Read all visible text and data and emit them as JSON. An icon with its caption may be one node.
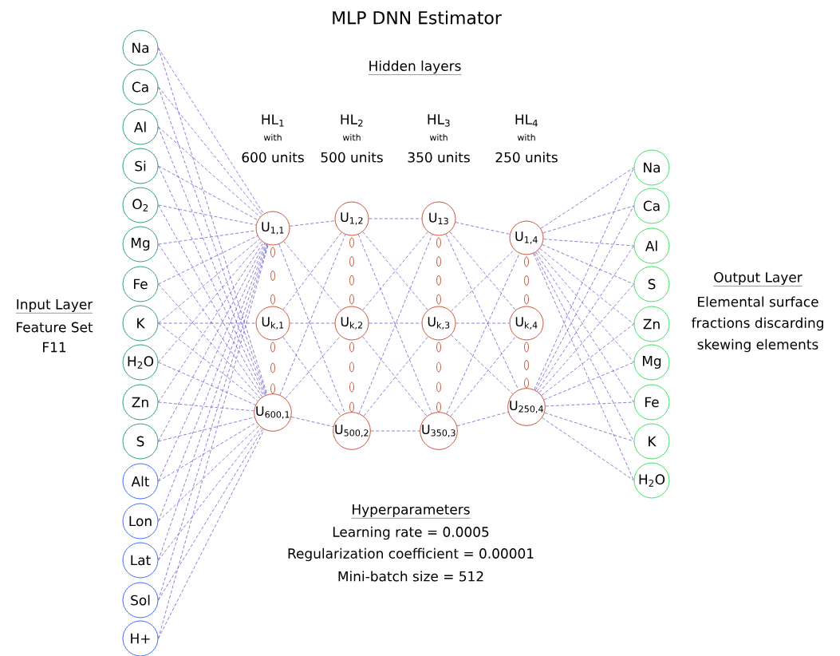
{
  "diagram": {
    "title": "MLP DNN Estimator",
    "nodes": [
      {
        "text": [
          "Na"
        ]
      },
      {
        "text": [
          "Ca"
        ]
      },
      {
        "text": [
          "Al"
        ]
      },
      {
        "text": [
          "Si"
        ]
      },
      {
        "text": [
          "O$_{2}$"
        ]
      },
      {
        "text": [
          "Mg"
        ]
      },
      {
        "text": [
          "Fe"
        ]
      },
      {
        "text": [
          "K"
        ]
      },
      {
        "text": [
          "H$_{2}$O"
        ]
      },
      {
        "text": [
          "Zn"
        ]
      },
      {
        "text": [
          "S"
        ]
      },
      {
        "text": [
          "Alt"
        ]
      },
      {
        "text": [
          "Lon"
        ]
      },
      {
        "text": [
          "Lat"
        ]
      },
      {
        "text": [
          "Sol"
        ]
      },
      {
        "text": [
          "H+"
        ]
      },
      {
        "text": [
          "U$_{1,1}$"
        ]
      },
      {
        "text": [
          "U$_{k,1}$"
        ]
      },
      {
        "text": [
          "U$_{600,1}$"
        ]
      },
      {
        "text": [
          "U$_{1,2}$"
        ]
      },
      {
        "text": [
          "U$_{k,2}$"
        ]
      },
      {
        "text": [
          "U$_{500,2}$"
        ]
      },
      {
        "text": [
          "U$_{13}$"
        ]
      },
      {
        "text": [
          "U$_{k,3}$"
        ]
      },
      {
        "text": [
          "U$_{350,3}$"
        ]
      },
      {
        "text": [
          "U$_{1,4}$"
        ]
      },
      {
        "text": [
          "U$_{k,4}$"
        ]
      },
      {
        "text": [
          "U$_{250,4}$"
        ]
      },
      {
        "text": [
          "Na"
        ]
      },
      {
        "text": [
          "Ca"
        ]
      },
      {
        "text": [
          "Al"
        ]
      },
      {
        "text": [
          "S"
        ]
      },
      {
        "text": [
          "Zn"
        ]
      },
      {
        "text": [
          "Mg"
        ]
      },
      {
        "text": [
          "Fe"
        ]
      },
      {
        "text": [
          "K"
        ]
      },
      {
        "text": [
          "H$_{2}$O"
        ]
      }
    ],
    "edges": [
      {
        "from": 0,
        "to": 16,
        "arrow": "none",
        "style": "dashed"
      },
      {
        "from": 0,
        "to": 18,
        "arrow": "none",
        "style": "dashed"
      },
      {
        "from": 1,
        "to": 16,
        "arrow": "none",
        "style": "dashed"
      },
      {
        "from": 1,
        "to": 18,
        "arrow": "none",
        "style": "dashed"
      },
      {
        "from": 2,
        "to": 16,
        "arrow": "none",
        "style": "dashed"
      },
      {
        "from": 2,
        "to": 18,
        "arrow": "none",
        "style": "dashed"
      },
      {
        "from": 3,
        "to": 16,
        "arrow": "none",
        "style": "dashed"
      },
      {
        "from": 3,
        "to": 18,
        "arrow": "none",
        "style": "dashed"
      },
      {
        "from": 4,
        "to": 16,
        "arrow": "none",
        "style": "dashed"
      },
      {
        "from": 4,
        "to": 18,
        "arrow": "none",
        "style": "dashed"
      },
      {
        "from": 5,
        "to": 16,
        "arrow": "none",
        "style": "dashed"
      },
      {
        "from": 5,
        "to": 18,
        "arrow": "none",
        "style": "dashed"
      },
      {
        "from": 6,
        "to": 16,
        "arrow": "none",
        "style": "dashed"
      },
      {
        "from": 6,
        "to": 18,
        "arrow": "none",
        "style": "dashed"
      },
      {
        "from": 7,
        "to": 16,
        "arrow": "none",
        "style": "dashed"
      },
      {
        "from": 7,
        "to": 17,
        "arrow": "none",
        "style": "dashed"
      },
      {
        "from": 7,
        "to": 18,
        "arrow": "none",
        "style": "dashed"
      },
      {
        "from": 8,
        "to": 16,
        "arrow": "none",
        "style": "dashed"
      },
      {
        "from": 8,
        "to": 18,
        "arrow": "none",
        "style": "dashed"
      },
      {
        "from": 9,
        "to": 16,
        "arrow": "none",
        "style": "dashed"
      },
      {
        "from": 9,
        "to": 18,
        "arrow": "none",
        "style": "dashed"
      },
      {
        "from": 10,
        "to": 16,
        "arrow": "none",
        "style": "dashed"
      },
      {
        "from": 10,
        "to": 18,
        "arrow": "none",
        "style": "dashed"
      },
      {
        "from": 11,
        "to": 16,
        "arrow": "none",
        "style": "dashed"
      },
      {
        "from": 11,
        "to": 18,
        "arrow": "none",
        "style": "dashed"
      },
      {
        "from": 12,
        "to": 16,
        "arrow": "none",
        "style": "dashed"
      },
      {
        "from": 12,
        "to": 18,
        "arrow": "none",
        "style": "dashed"
      },
      {
        "from": 13,
        "to": 16,
        "arrow": "none",
        "style": "dashed"
      },
      {
        "from": 13,
        "to": 18,
        "arrow": "none",
        "style": "dashed"
      },
      {
        "from": 14,
        "to": 16,
        "arrow": "none",
        "style": "dashed"
      },
      {
        "from": 14,
        "to": 18,
        "arrow": "none",
        "style": "dashed"
      },
      {
        "from": 15,
        "to": 16,
        "arrow": "none",
        "style": "dashed"
      },
      {
        "from": 15,
        "to": 18,
        "arrow": "none",
        "style": "dashed"
      },
      {
        "from": 16,
        "to": 19,
        "arrow": "none",
        "style": "dashed"
      },
      {
        "from": 16,
        "to": 20,
        "arrow": "none",
        "style": "dashed"
      },
      {
        "from": 16,
        "to": 21,
        "arrow": "none",
        "style": "dashed"
      },
      {
        "from": 17,
        "to": 19,
        "arrow": "none",
        "style": "dashed"
      },
      {
        "from": 17,
        "to": 20,
        "arrow": "none",
        "style": "dashed"
      },
      {
        "from": 17,
        "to": 21,
        "arrow": "none",
        "style": "dashed"
      },
      {
        "from": 18,
        "to": 19,
        "arrow": "none",
        "style": "dashed"
      },
      {
        "from": 18,
        "to": 20,
        "arrow": "none",
        "style": "dashed"
      },
      {
        "from": 18,
        "to": 21,
        "arrow": "none",
        "style": "dashed"
      },
      {
        "from": 19,
        "to": 22,
        "arrow": "none",
        "style": "dashed"
      },
      {
        "from": 19,
        "to": 23,
        "arrow": "none",
        "style": "dashed"
      },
      {
        "from": 19,
        "to": 24,
        "arrow": "none",
        "style": "dashed"
      },
      {
        "from": 20,
        "to": 22,
        "arrow": "none",
        "style": "dashed"
      },
      {
        "from": 20,
        "to": 23,
        "arrow": "none",
        "style": "dashed"
      },
      {
        "from": 20,
        "to": 24,
        "arrow": "none",
        "style": "dashed"
      },
      {
        "from": 21,
        "to": 22,
        "arrow": "none",
        "style": "dashed"
      },
      {
        "from": 21,
        "to": 23,
        "arrow": "none",
        "style": "dashed"
      },
      {
        "from": 21,
        "to": 24,
        "arrow": "none",
        "style": "dashed"
      },
      {
        "from": 22,
        "to": 25,
        "arrow": "none",
        "style": "dashed"
      },
      {
        "from": 22,
        "to": 26,
        "arrow": "none",
        "style": "dashed"
      },
      {
        "from": 22,
        "to": 27,
        "arrow": "none",
        "style": "dashed"
      },
      {
        "from": 23,
        "to": 25,
        "arrow": "none",
        "style": "dashed"
      },
      {
        "from": 23,
        "to": 26,
        "arrow": "none",
        "style": "dashed"
      },
      {
        "from": 23,
        "to": 27,
        "arrow": "none",
        "style": "dashed"
      },
      {
        "from": 24,
        "to": 25,
        "arrow": "none",
        "style": "dashed"
      },
      {
        "from": 24,
        "to": 26,
        "arrow": "none",
        "style": "dashed"
      },
      {
        "from": 24,
        "to": 27,
        "arrow": "none",
        "style": "dashed"
      },
      {
        "from": 25,
        "to": 28,
        "arrow": "none",
        "style": "dashed"
      },
      {
        "from": 25,
        "to": 29,
        "arrow": "none",
        "style": "dashed"
      },
      {
        "from": 25,
        "to": 30,
        "arrow": "none",
        "style": "dashed"
      },
      {
        "from": 25,
        "to": 31,
        "arrow": "none",
        "style": "dashed"
      },
      {
        "from": 25,
        "to": 32,
        "arrow": "none",
        "style": "dashed"
      },
      {
        "from": 25,
        "to": 33,
        "arrow": "none",
        "style": "dashed"
      },
      {
        "from": 25,
        "to": 34,
        "arrow": "none",
        "style": "dashed"
      },
      {
        "from": 25,
        "to": 35,
        "arrow": "none",
        "style": "dashed"
      },
      {
        "from": 25,
        "to": 36,
        "arrow": "none",
        "style": "dashed"
      },
      {
        "from": 27,
        "to": 28,
        "arrow": "none",
        "style": "dashed"
      },
      {
        "from": 27,
        "to": 29,
        "arrow": "none",
        "style": "dashed"
      },
      {
        "from": 27,
        "to": 30,
        "arrow": "none",
        "style": "dashed"
      },
      {
        "from": 27,
        "to": 31,
        "arrow": "none",
        "style": "dashed"
      },
      {
        "from": 27,
        "to": 32,
        "arrow": "none",
        "style": "dashed"
      },
      {
        "from": 27,
        "to": 33,
        "arrow": "none",
        "style": "dashed"
      },
      {
        "from": 27,
        "to": 34,
        "arrow": "none",
        "style": "dashed"
      },
      {
        "from": 27,
        "to": 35,
        "arrow": "none",
        "style": "dashed"
      },
      {
        "from": 27,
        "to": 36,
        "arrow": "none",
        "style": "dashed"
      }
    ],
    "labels": [
      "Hidden layers",
      "HL$_{1}$",
      "with",
      "600 units",
      "HL$_{2}$",
      "with",
      "500 units",
      "HL$_{3}$",
      "with",
      "350 units",
      "HL$_{4}$",
      "with",
      "250 units",
      "Input Layer",
      "Feature Set",
      "F11",
      "Output Layer",
      "Elemental surface",
      "fractions discarding",
      "skewing elements",
      "Hyperparameters",
      "Learning rate = 0.0005",
      "Regularization coefficient = 0.00001",
      "Mini-batch size = 512"
    ]
  }
}
